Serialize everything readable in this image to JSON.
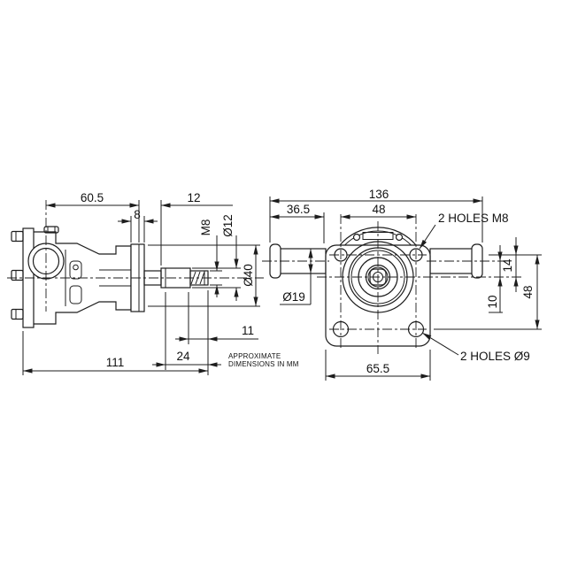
{
  "note": {
    "line1": "APPROXIMATE",
    "line2": "DIMENSIONS IN MM"
  },
  "side_view": {
    "dim_port_to_flange_face": "60.5",
    "dim_flange_to_collar": "12",
    "dim_flange_thickness": "8",
    "dim_thread_size": "M8",
    "dim_shaft_dia": "Ø12",
    "dim_flange_dia": "Ø40",
    "dim_thread_length": "11",
    "dim_shaft_length": "24",
    "dim_overall_length": "111"
  },
  "front_view": {
    "dim_overall_width": "136",
    "dim_port_to_flange": "36.5",
    "dim_top_holes_spacing": "48",
    "label_top_holes": "2 HOLES M8",
    "dim_port_dia": "Ø19",
    "dim_holes_above_center": "14",
    "dim_port_above_center": "10",
    "dim_holes_vertical_spacing": "48",
    "dim_flange_width": "65.5",
    "label_bottom_holes": "2 HOLES Ø9"
  },
  "colors": {
    "line": "#1d1d1d",
    "background": "#ffffff"
  }
}
